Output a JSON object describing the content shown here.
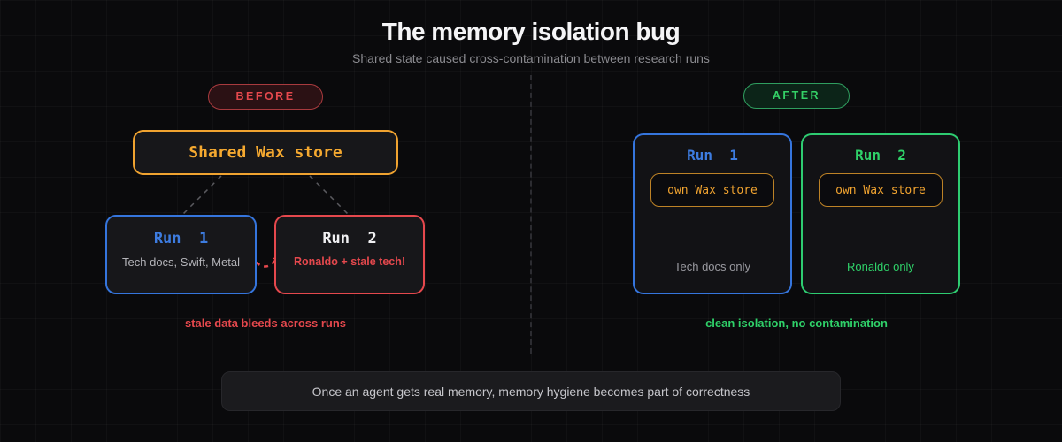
{
  "header": {
    "title": "The memory isolation bug",
    "subtitle": "Shared state caused cross-contamination between research runs"
  },
  "before": {
    "badge_label": "BEFORE",
    "shared_store_label": "Shared Wax store",
    "runs": [
      {
        "title": "Run 1",
        "detail": "Tech docs, Swift, Metal"
      },
      {
        "title": "Run 2",
        "detail": "Ronaldo + stale tech!"
      }
    ],
    "caption": "stale data bleeds across runs"
  },
  "after": {
    "badge_label": "AFTER",
    "runs": [
      {
        "title": "Run 1",
        "store_label": "own Wax store",
        "detail": "Tech docs only"
      },
      {
        "title": "Run 2",
        "store_label": "own Wax store",
        "detail": "Ronaldo only"
      }
    ],
    "caption": "clean isolation, no contamination"
  },
  "footer": {
    "note": "Once an agent gets real memory, memory hygiene becomes part of correctness"
  },
  "colors": {
    "background": "#0a0a0c",
    "danger_red": "#e5484d",
    "success_green": "#2fd169",
    "run_blue": "#3d7ce0",
    "store_orange": "#f0a330",
    "text_primary": "#f5f5f7",
    "text_muted": "#8a8a8f"
  }
}
